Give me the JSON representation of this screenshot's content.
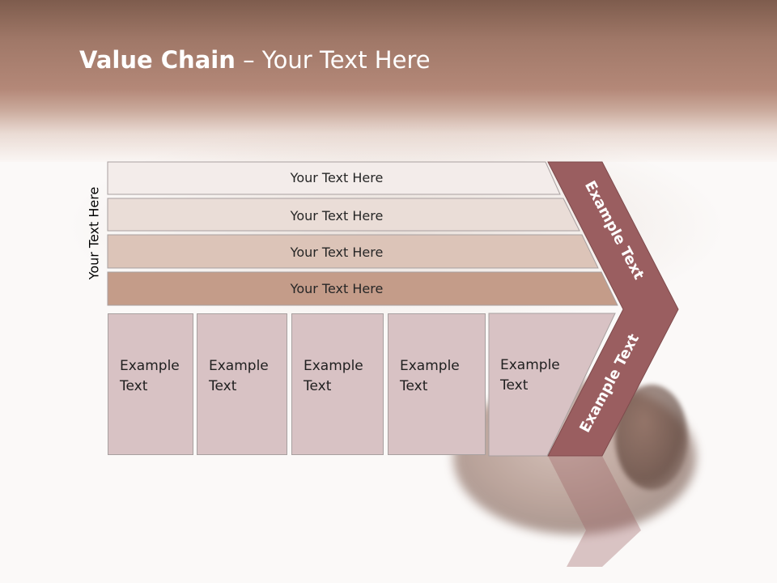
{
  "title": {
    "bold": "Value Chain",
    "rest": " – Your Text Here"
  },
  "side_label": "Your Text Here",
  "bars": [
    {
      "label": "Your Text Here",
      "fill": "#f3ecea"
    },
    {
      "label": "Your Text Here",
      "fill": "#eaddd7"
    },
    {
      "label": "Your Text Here",
      "fill": "#dcc4b8"
    },
    {
      "label": "Your Text Here",
      "fill": "#c49c89"
    }
  ],
  "boxes": [
    {
      "line1": "Example",
      "line2": "Text"
    },
    {
      "line1": "Example",
      "line2": "Text"
    },
    {
      "line1": "Example",
      "line2": "Text"
    },
    {
      "line1": "Example",
      "line2": "Text"
    },
    {
      "line1": "Example",
      "line2": "Text"
    }
  ],
  "chevron": {
    "top_label": "Example Text",
    "bottom_label": "Example Text",
    "fill": "#9a5e60"
  }
}
